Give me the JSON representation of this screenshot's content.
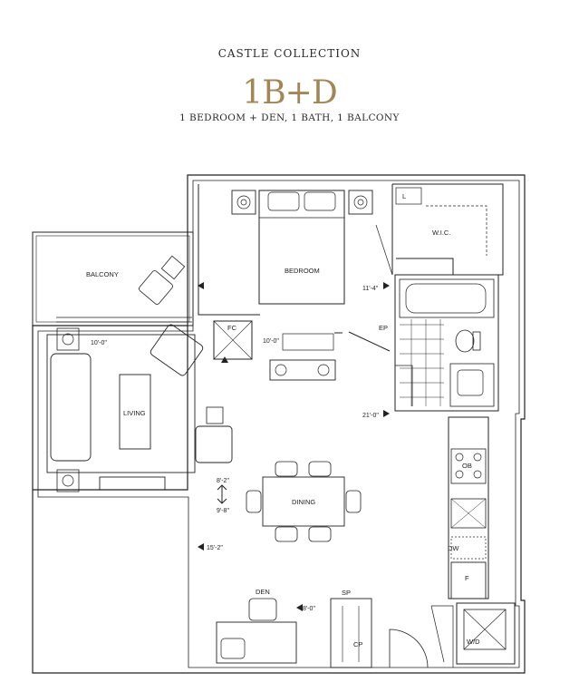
{
  "header": {
    "collection": "CASTLE COLLECTION",
    "unit": "1B+D",
    "subtitle": "1 BEDROOM + DEN, 1 BATH, 1 BALCONY"
  },
  "rooms": {
    "balcony": "BALCONY",
    "bedroom": "BEDROOM",
    "living": "LIVING",
    "dining": "DINING",
    "den": "DEN",
    "wic": "W.I.C.",
    "linen": "L",
    "fireplace": "FC",
    "ep": "EP",
    "oven": "OB",
    "dishwasher": "DW",
    "fridge": "F",
    "storage": "SP",
    "closet": "CP",
    "laundry": "W/D"
  },
  "dimensions": {
    "living_width": "10'-0\"",
    "bedroom_width": "10'-0\"",
    "bedroom_length": "11'-4\"",
    "kitchen_length": "21'-0\"",
    "dining_height_top": "8'-2\"",
    "dining_height_bottom": "9'-8\"",
    "den_length": "15'-2\"",
    "den_width": "8'-0\""
  },
  "colors": {
    "accent": "#a38658",
    "wall": "#222222",
    "furniture": "#444444"
  }
}
